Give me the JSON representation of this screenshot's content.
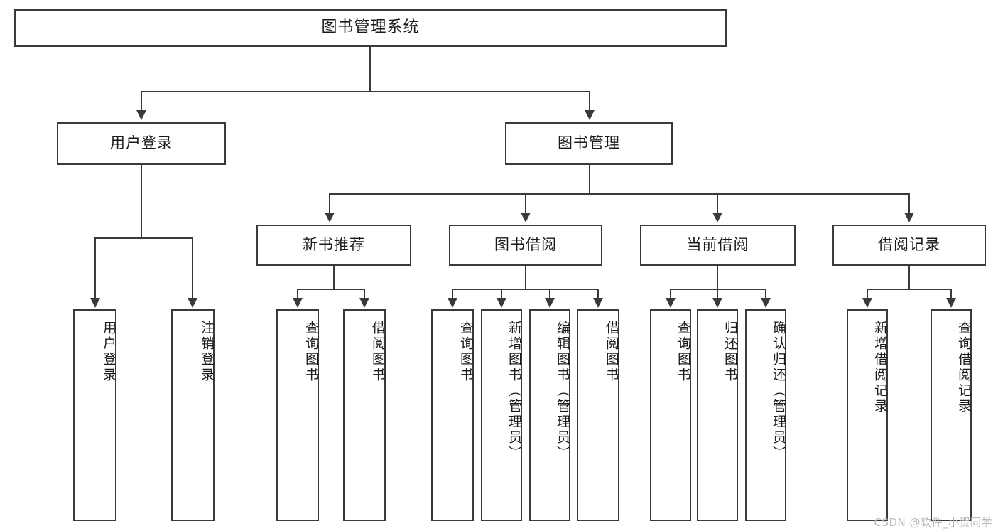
{
  "diagram": {
    "title": "图书管理系统",
    "type": "hierarchy-tree",
    "watermark": "CSDN @软件_小贺同学",
    "colors": {
      "stroke": "#3a3a3a",
      "fill": "#ffffff",
      "text": "#1b1b1b",
      "watermark": "#b9b9b9"
    },
    "levels": {
      "root": "图书管理系统",
      "level2": [
        "用户登录",
        "图书管理"
      ],
      "level3": [
        "新书推荐",
        "图书借阅",
        "当前借阅",
        "借阅记录"
      ]
    },
    "nodes": {
      "root": {
        "label": "图书管理系统"
      },
      "user_login": {
        "label": "用户登录"
      },
      "book_manage": {
        "label": "图书管理"
      },
      "new_book_rec": {
        "label": "新书推荐"
      },
      "book_borrow": {
        "label": "图书借阅"
      },
      "current_borrow": {
        "label": "当前借阅"
      },
      "borrow_record": {
        "label": "借阅记录"
      },
      "leaf_user_login": {
        "label": "用户登录"
      },
      "leaf_user_logout": {
        "label": "注销登录"
      },
      "leaf_rec_query": {
        "label": "查询图书"
      },
      "leaf_rec_borrow": {
        "label": "借阅图书"
      },
      "leaf_borrow_query": {
        "label": "查询图书"
      },
      "leaf_borrow_add": {
        "label": "新增图书（管理员）"
      },
      "leaf_borrow_edit": {
        "label": "编辑图书（管理员）"
      },
      "leaf_borrow_borrow": {
        "label": "借阅图书"
      },
      "leaf_cur_query": {
        "label": "查询图书"
      },
      "leaf_cur_return": {
        "label": "归还图书"
      },
      "leaf_cur_confirm": {
        "label": "确认归还（管理员）"
      },
      "leaf_rec_add": {
        "label": "新增借阅记录"
      },
      "leaf_rec_search": {
        "label": "查询借阅记录"
      }
    }
  }
}
